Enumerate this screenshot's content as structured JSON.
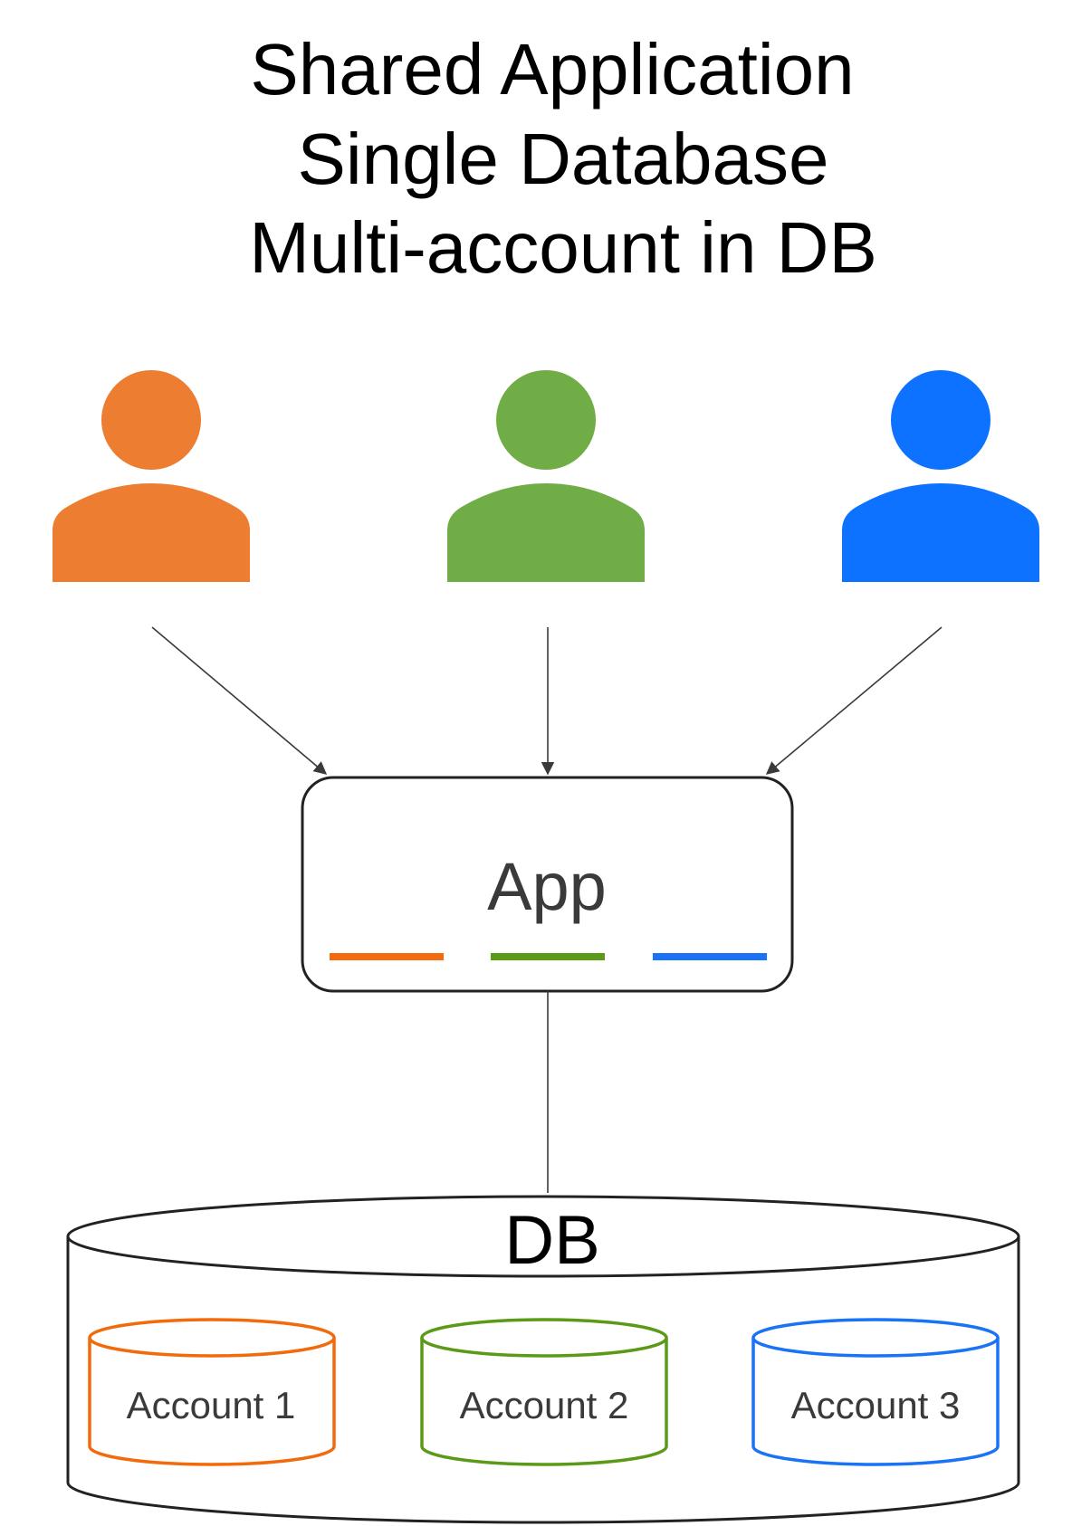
{
  "title": {
    "lines": [
      "Shared Application",
      "Single Database",
      "Multi-account in DB"
    ]
  },
  "users": [
    {
      "icon": "user-icon",
      "color": "#ED7D31"
    },
    {
      "icon": "user-icon",
      "color": "#70AD47"
    },
    {
      "icon": "user-icon",
      "color": "#0D72FF"
    }
  ],
  "app": {
    "label": "App",
    "account_bar_colors": [
      "#F26A0C",
      "#5B9A18",
      "#1A73F5"
    ]
  },
  "db": {
    "label": "DB",
    "accounts": [
      {
        "label": "Account 1",
        "color": "#F26A0C"
      },
      {
        "label": "Account 2",
        "color": "#5B9A18"
      },
      {
        "label": "Account 3",
        "color": "#1A73F5"
      }
    ]
  },
  "colors": {
    "arrow": "#3a3a3a",
    "outline": "#222222"
  }
}
